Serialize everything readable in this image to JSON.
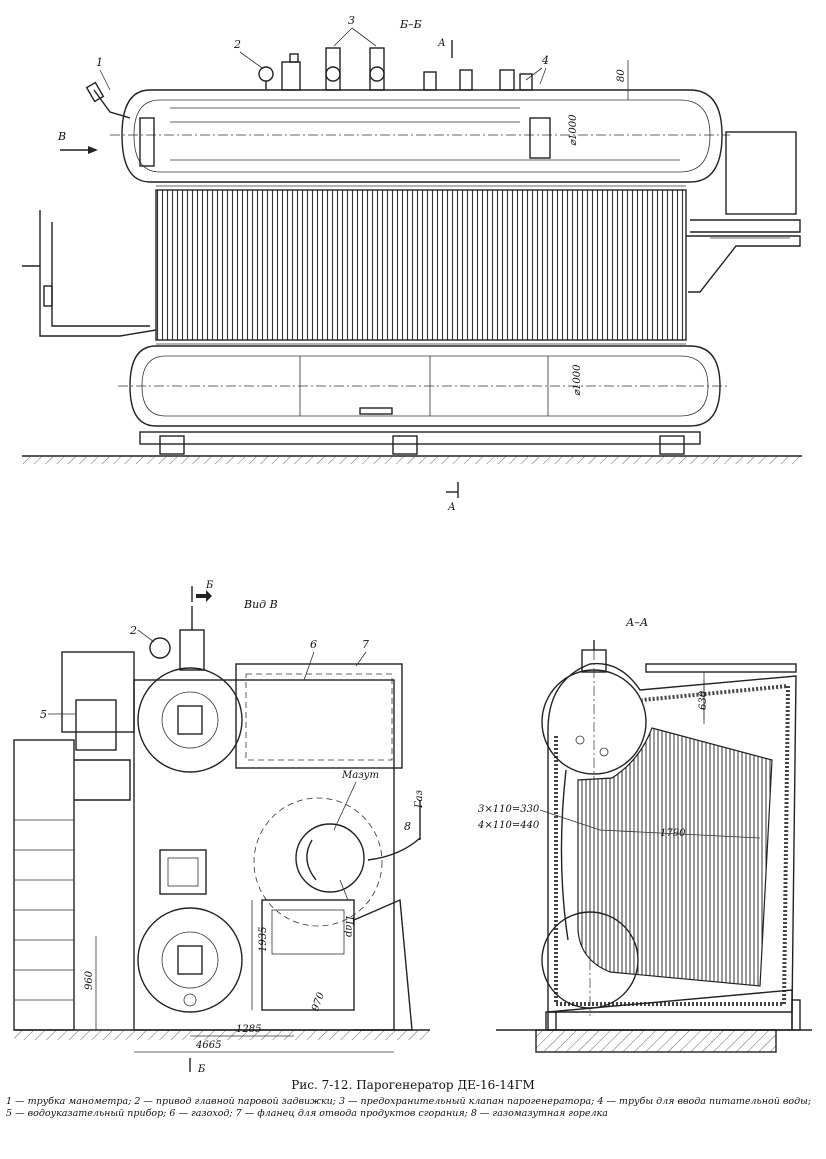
{
  "top_view": {
    "section_label": "Б–Б",
    "cut_a_top": "А",
    "cut_a_bottom": "А",
    "view_arrow_label": "В",
    "callouts": [
      "1",
      "2",
      "3",
      "4"
    ],
    "dim_80": "80",
    "dim_upper_drum": "⌀1000",
    "dim_lower_drum": "⌀1000"
  },
  "view_v": {
    "title": "Вид В",
    "cut_b_top": "Б",
    "cut_b_bottom": "Б",
    "callouts": [
      "2",
      "5",
      "6",
      "7",
      "8"
    ],
    "label_mazut": "Мазут",
    "label_par": "Пар",
    "label_gaz": "Газ",
    "dim_960": "960",
    "dim_1935": "1935",
    "dim_970": "970",
    "dim_1285": "1285",
    "dim_4665": "4665"
  },
  "section_aa": {
    "title": "А–А",
    "dim_630": "630",
    "dim_3x110": "3×110=330",
    "dim_4x110": "4×110=440",
    "dim_1790": "1790"
  },
  "caption": "Рис. 7-12. Парогенератор ДЕ-16-14ГМ",
  "legend": "1 — трубка манометра; 2 — привод главной паровой задвижки; 3 — предохранительный клапан парогенератора; 4 — трубы для ввода питательной воды; 5 — водоуказательный прибор; 6 — газоход; 7 — фланец для отвода продуктов сгорания; 8 — газомазутная горелка"
}
